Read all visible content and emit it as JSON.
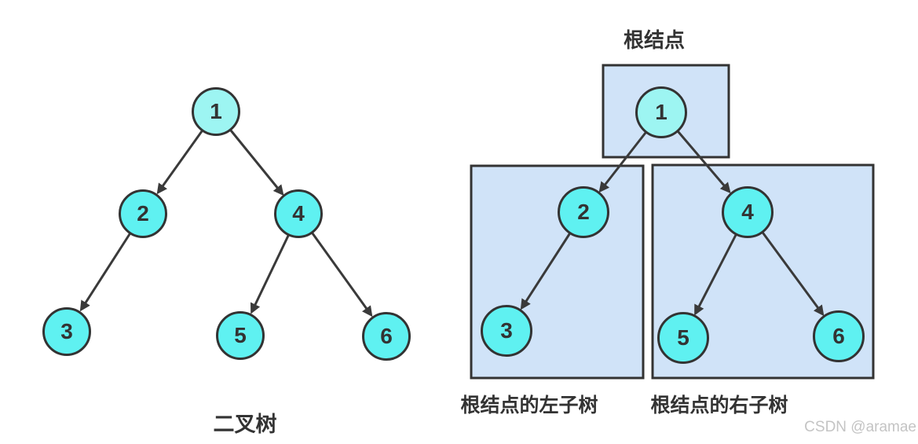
{
  "colors": {
    "background": "#FFFFFF",
    "node_fill": "#5FF1F1",
    "root_node_fill": "#9DF5F2",
    "node_border": "#333333",
    "box_fill": "#D0E3F8",
    "box_border": "#333333",
    "edge_color": "#3A3A3A",
    "text_color": "#333333",
    "watermark_color": "#C4C4C4"
  },
  "left_diagram": {
    "caption": "二叉树",
    "node_labels": [
      "1",
      "2",
      "3",
      "4",
      "5",
      "6"
    ]
  },
  "right_diagram": {
    "root_label": "根结点",
    "left_caption": "根结点的左子树",
    "right_caption": "根结点的右子树",
    "node_labels": [
      "1",
      "2",
      "3",
      "4",
      "5",
      "6"
    ]
  },
  "watermark": "CSDN @aramae",
  "diagram_data": {
    "type": "binary-tree",
    "nodes": [
      "1",
      "2",
      "3",
      "4",
      "5",
      "6"
    ],
    "edges": [
      [
        "1",
        "2"
      ],
      [
        "1",
        "4"
      ],
      [
        "2",
        "3"
      ],
      [
        "4",
        "5"
      ],
      [
        "4",
        "6"
      ]
    ],
    "annotations": {
      "tree_caption": "二叉树",
      "root_box": "根结点",
      "left_subtree_box": "根结点的左子树",
      "right_subtree_box": "根结点的右子树"
    }
  }
}
